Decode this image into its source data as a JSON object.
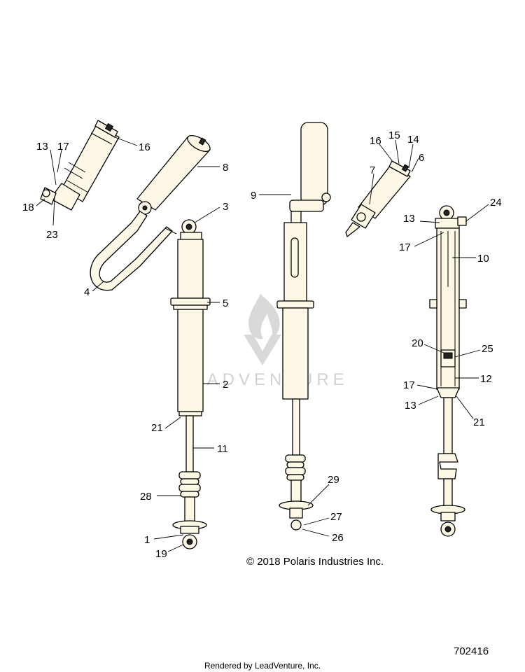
{
  "copyright": "© 2018 Polaris Industries Inc.",
  "diagram_number": "702416",
  "footer": "Rendered by LeadVenture, Inc.",
  "watermark": "LEADVENTURE",
  "callouts": [
    {
      "id": "c13a",
      "label": "13"
    },
    {
      "id": "c17a",
      "label": "17"
    },
    {
      "id": "c16a",
      "label": "16"
    },
    {
      "id": "c18",
      "label": "18"
    },
    {
      "id": "c23",
      "label": "23"
    },
    {
      "id": "c8",
      "label": "8"
    },
    {
      "id": "c3",
      "label": "3"
    },
    {
      "id": "c4",
      "label": "4"
    },
    {
      "id": "c5",
      "label": "5"
    },
    {
      "id": "c2",
      "label": "2"
    },
    {
      "id": "c21a",
      "label": "21"
    },
    {
      "id": "c11",
      "label": "11"
    },
    {
      "id": "c28",
      "label": "28"
    },
    {
      "id": "c1",
      "label": "1"
    },
    {
      "id": "c19",
      "label": "19"
    },
    {
      "id": "c9",
      "label": "9"
    },
    {
      "id": "c29",
      "label": "29"
    },
    {
      "id": "c27",
      "label": "27"
    },
    {
      "id": "c26",
      "label": "26"
    },
    {
      "id": "c16b",
      "label": "16"
    },
    {
      "id": "c15",
      "label": "15"
    },
    {
      "id": "c14",
      "label": "14"
    },
    {
      "id": "c6",
      "label": "6"
    },
    {
      "id": "c7",
      "label": "7"
    },
    {
      "id": "c24",
      "label": "24"
    },
    {
      "id": "c13b",
      "label": "13"
    },
    {
      "id": "c17b",
      "label": "17"
    },
    {
      "id": "c10",
      "label": "10"
    },
    {
      "id": "c20",
      "label": "20"
    },
    {
      "id": "c25",
      "label": "25"
    },
    {
      "id": "c17c",
      "label": "17"
    },
    {
      "id": "c12",
      "label": "12"
    },
    {
      "id": "c13c",
      "label": "13"
    },
    {
      "id": "c21b",
      "label": "21"
    }
  ]
}
